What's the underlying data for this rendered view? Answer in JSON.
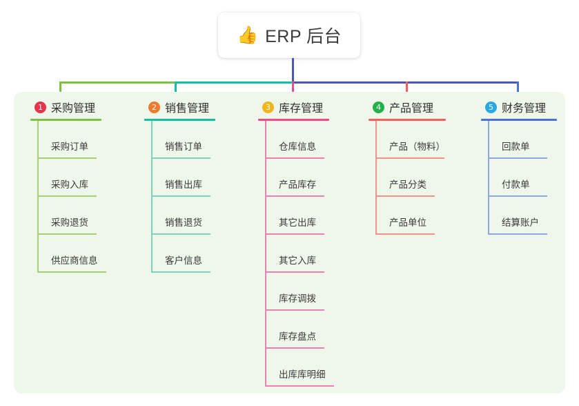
{
  "root": {
    "icon": "thumbs-up-icon",
    "emoji": "👍",
    "title": "ERP 后台"
  },
  "panel": {
    "background": "#eef7e9"
  },
  "connectors": {
    "trunk_color": "#4a56b8",
    "bar_segments": [
      {
        "name": "green-segment",
        "color": "#7dc144"
      },
      {
        "name": "teal-segment",
        "color": "#12bfa2"
      },
      {
        "name": "indigo-segment",
        "color": "#4a56b8"
      }
    ],
    "drops": [
      {
        "name": "drop-purchase",
        "color": "#7dc144"
      },
      {
        "name": "drop-sales",
        "color": "#12bfa2"
      },
      {
        "name": "drop-inventory",
        "color": "#ef4a8e"
      },
      {
        "name": "drop-product",
        "color": "#f2615c"
      },
      {
        "name": "drop-finance",
        "color": "#4a72d4"
      }
    ]
  },
  "columns": [
    {
      "number": "1",
      "title": "采购管理",
      "badge_color": "#e8334a",
      "line_color": "#7dc144",
      "leaf_line_color": "#a8ce78",
      "items": [
        "采购订单",
        "采购入库",
        "采购退货",
        "供应商信息"
      ]
    },
    {
      "number": "2",
      "title": "销售管理",
      "badge_color": "#f0792a",
      "line_color": "#12bfa2",
      "leaf_line_color": "#7ed0c0",
      "items": [
        "销售订单",
        "销售出库",
        "销售退货",
        "客户信息"
      ]
    },
    {
      "number": "3",
      "title": "库存管理",
      "badge_color": "#f2b51c",
      "line_color": "#ef4a8e",
      "leaf_line_color": "#ef7fb0",
      "items": [
        "仓库信息",
        "产品库存",
        "其它出库",
        "其它入库",
        "库存调拨",
        "库存盘点",
        "出库库明细"
      ]
    },
    {
      "number": "4",
      "title": "产品管理",
      "badge_color": "#22b14c",
      "line_color": "#f2615c",
      "leaf_line_color": "#f2908c",
      "items": [
        "产品（物料）",
        "产品分类",
        "产品单位"
      ]
    },
    {
      "number": "5",
      "title": "财务管理",
      "badge_color": "#29a9e0",
      "line_color": "#4a72d4",
      "leaf_line_color": "#8aa6e4",
      "items": [
        "回款单",
        "付款单",
        "结算账户"
      ]
    }
  ]
}
